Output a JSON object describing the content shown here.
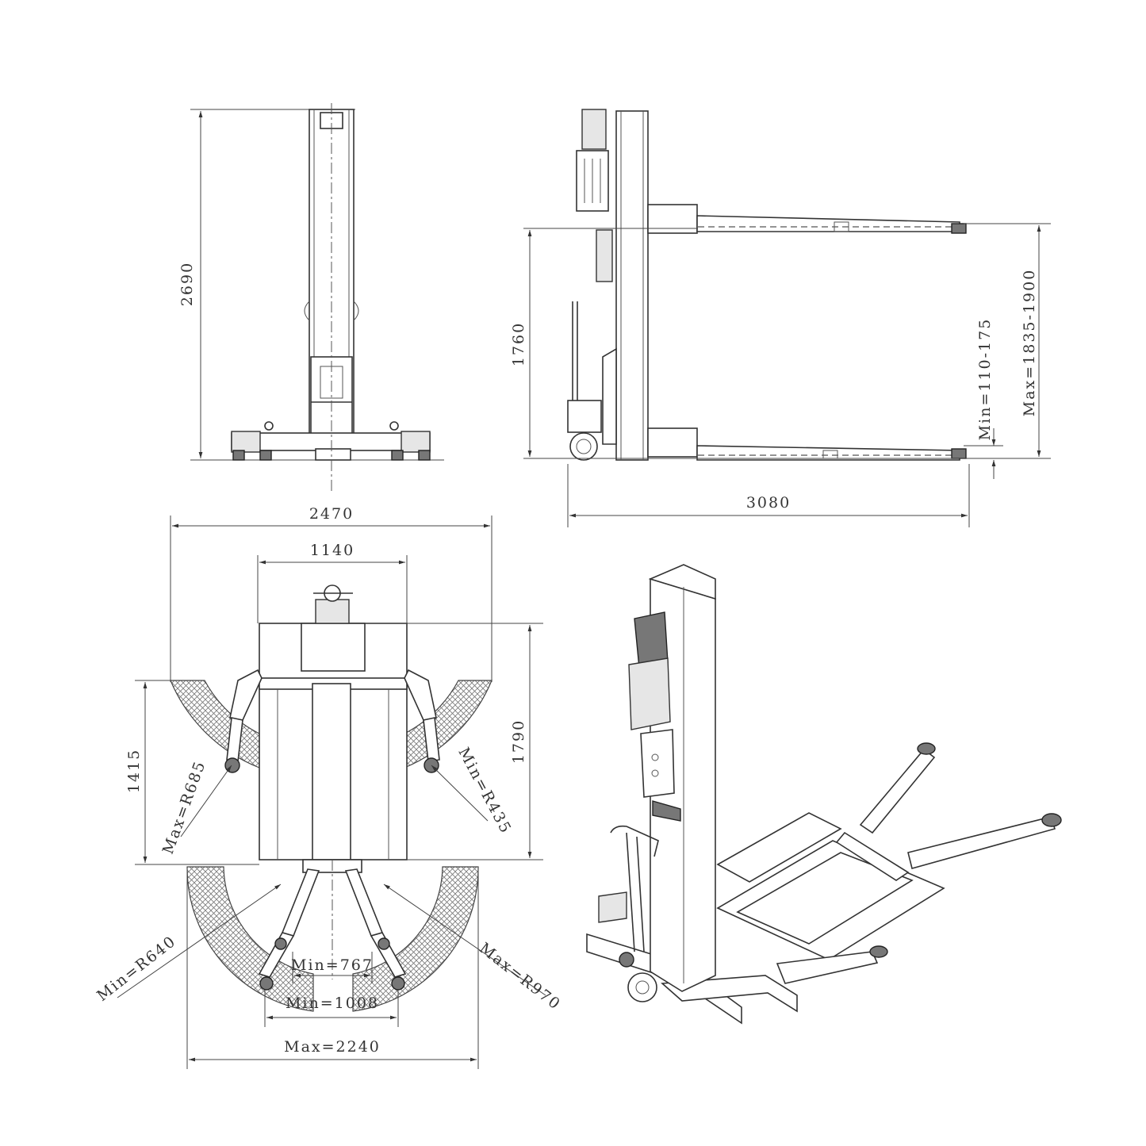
{
  "drawing": {
    "front_view": {
      "height_label": "2690"
    },
    "side_view": {
      "width_label": "3080",
      "column_height_label": "1760",
      "min_height_label": "Min=110-175",
      "max_height_label": "Max=1835-1900"
    },
    "top_view": {
      "overall_width_label": "2470",
      "column_width_label": "1140",
      "depth_label": "1790",
      "inner_depth_label": "1415",
      "arm_max_radius_front_label": "Max=R685",
      "arm_min_radius_front_label": "Min=R435",
      "arm_min_radius_rear_label": "Min=R640",
      "arm_max_radius_rear_label": "Max=R970",
      "min_spread_label": "Min=767",
      "min_outer_spread_label": "Min=1008",
      "max_spread_label": "Max=2240"
    }
  },
  "colors": {
    "line": "#333333",
    "background": "#ffffff"
  }
}
